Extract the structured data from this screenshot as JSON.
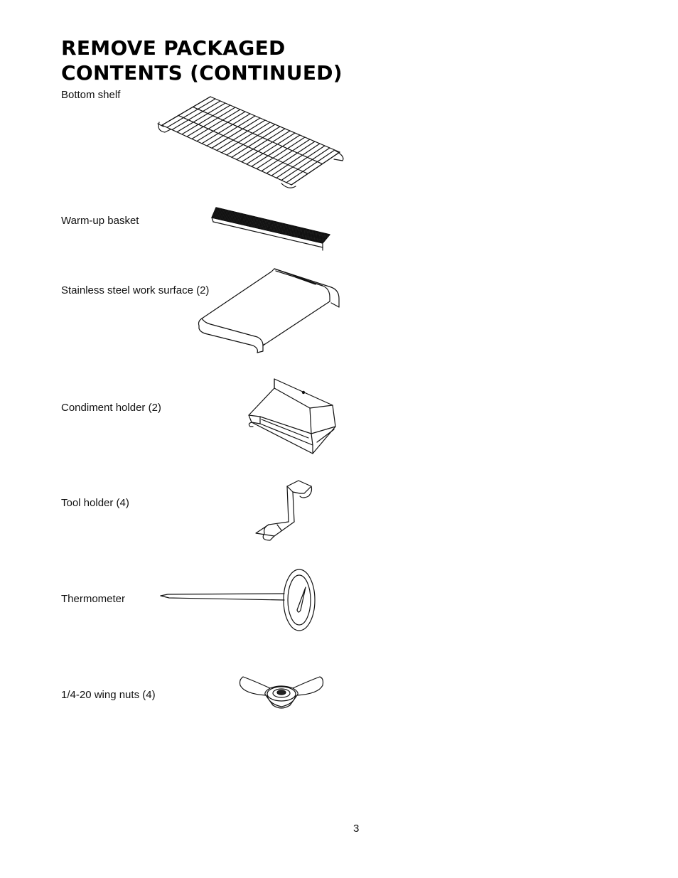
{
  "page": {
    "title_line1": "REMOVE PACKAGED",
    "title_line2": "CONTENTS (CONTINUED)",
    "page_number": "3"
  },
  "items": [
    {
      "label": "Bottom shelf",
      "icon": "bottom-shelf-illustration"
    },
    {
      "label": "Warm-up basket",
      "icon": "warm-up-basket-illustration"
    },
    {
      "label": "Stainless steel work surface (2)",
      "icon": "work-surface-illustration"
    },
    {
      "label": "Condiment holder (2)",
      "icon": "condiment-holder-illustration"
    },
    {
      "label": "Tool holder (4)",
      "icon": "tool-holder-illustration"
    },
    {
      "label": "Thermometer",
      "icon": "thermometer-illustration"
    },
    {
      "label": "1/4-20 wing nuts (4)",
      "icon": "wing-nut-illustration"
    }
  ]
}
